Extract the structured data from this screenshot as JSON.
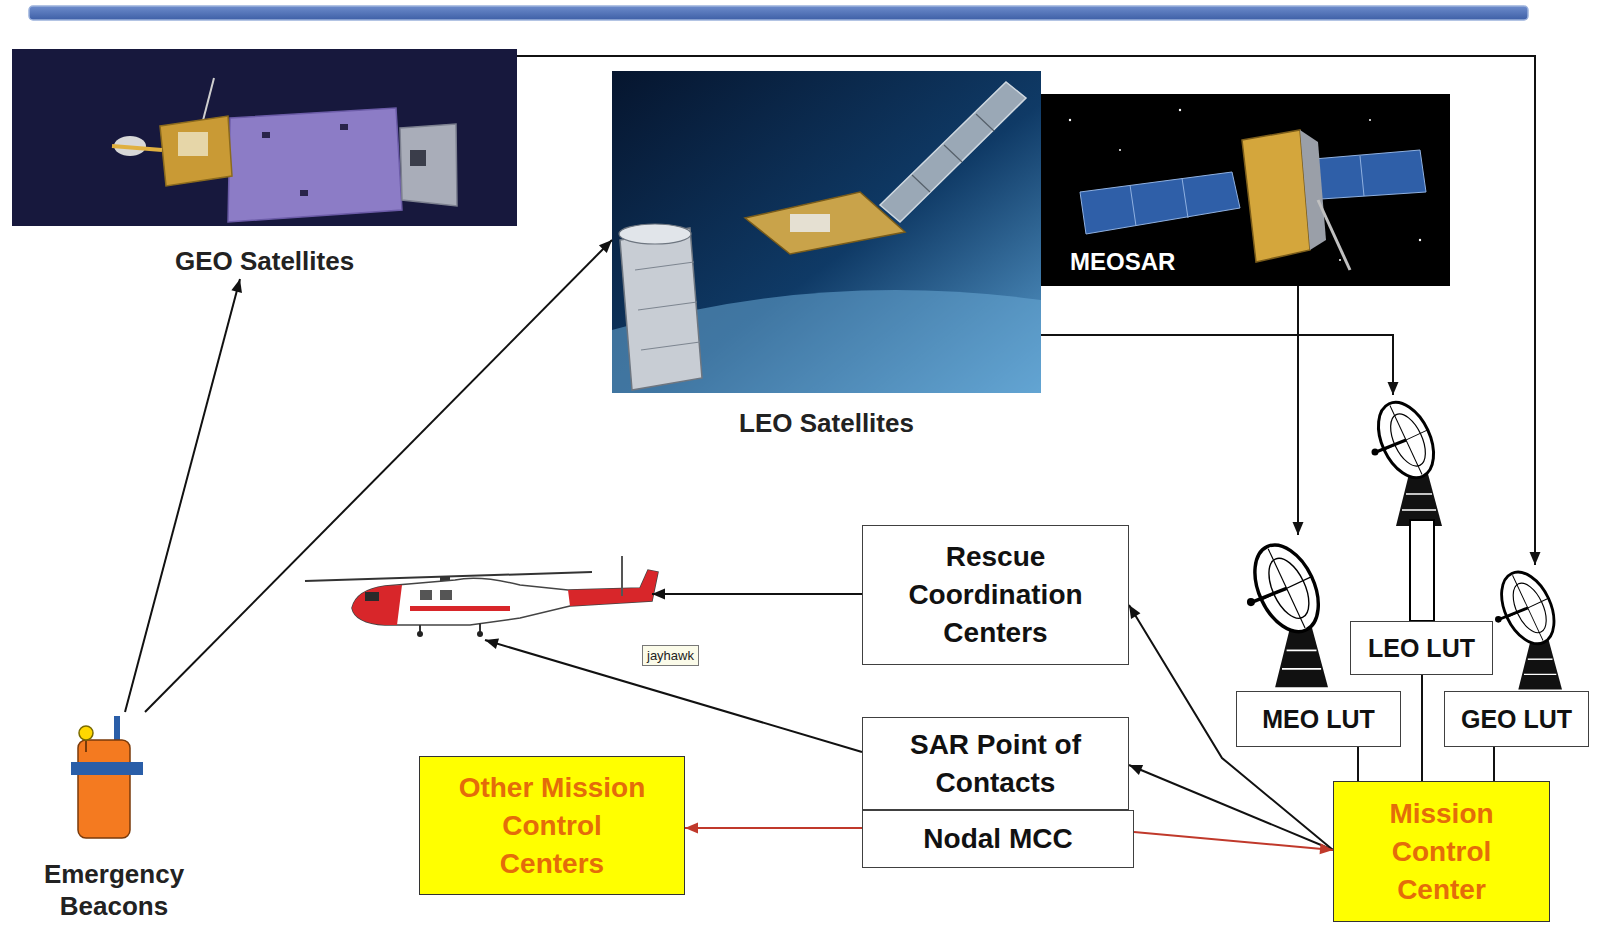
{
  "diagram": {
    "nodes": [
      {
        "text": [
          "GEO Satellites"
        ]
      },
      {
        "text": [
          "LEO Satellites"
        ]
      },
      {
        "text": [
          "MEOSAR"
        ]
      },
      {
        "text": [
          "LEO LUT"
        ]
      },
      {
        "text": [
          "Rescue Coordination Centers"
        ]
      },
      {
        "text": [
          "jayhawk"
        ]
      },
      {
        "text": [
          "MEO LUT"
        ]
      },
      {
        "text": [
          "GEO LUT"
        ]
      },
      {
        "text": [
          "SAR Point of Contacts"
        ]
      },
      {
        "text": [
          "Nodal MCC"
        ]
      },
      {
        "text": [
          "Other Mission Control Centers"
        ]
      },
      {
        "text": [
          "Mission Control Center"
        ]
      },
      {
        "text": [
          "Emergency Beacons"
        ]
      }
    ],
    "edges": [
      {
        "from": 12,
        "to": 0,
        "arrow": "to"
      },
      {
        "from": 12,
        "to": 1,
        "arrow": "to"
      },
      {
        "from": 0,
        "to": 7,
        "arrow": "to"
      },
      {
        "from": 1,
        "to": 3,
        "arrow": "to"
      },
      {
        "from": 2,
        "to": 6,
        "arrow": "to"
      },
      {
        "from": 6,
        "to": 11,
        "arrow": "none"
      },
      {
        "from": 3,
        "to": 11,
        "arrow": "none"
      },
      {
        "from": 7,
        "to": 11,
        "arrow": "none"
      },
      {
        "from": 11,
        "to": 4,
        "arrow": "to"
      },
      {
        "from": 11,
        "to": 8,
        "arrow": "to"
      },
      {
        "from": 9,
        "to": 11,
        "arrow": "to"
      },
      {
        "from": 9,
        "to": 10,
        "arrow": "to"
      },
      {
        "from": 4,
        "to": 5,
        "arrow": "to"
      },
      {
        "from": 8,
        "to": 5,
        "arrow": "to"
      }
    ]
  }
}
